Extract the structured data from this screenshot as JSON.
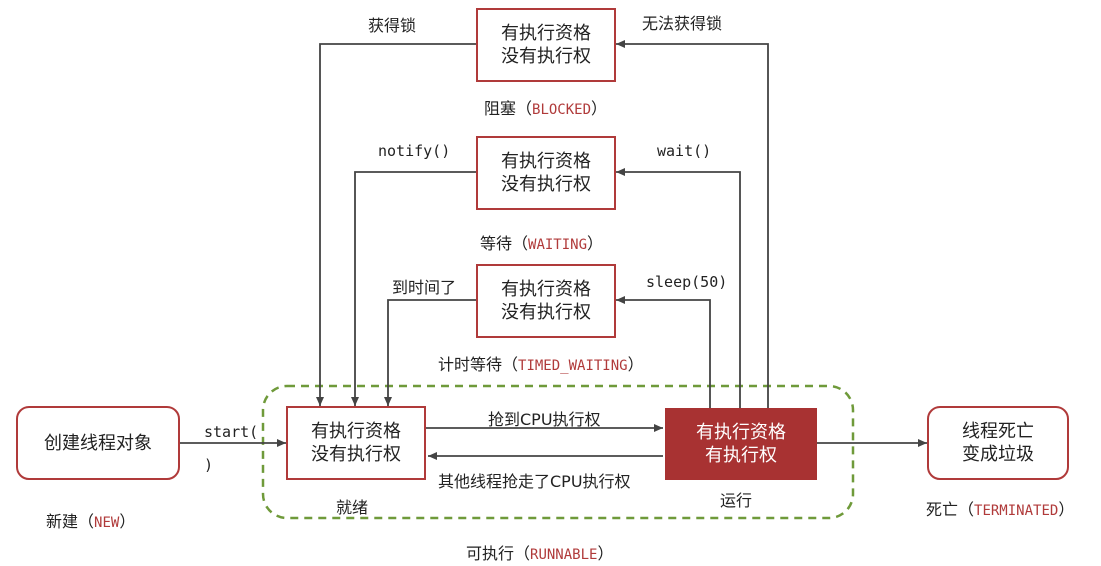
{
  "states": {
    "blocked": {
      "line1": "有执行资格",
      "line2": "没有执行权",
      "name_cn": "阻塞（",
      "name_en": "BLOCKED",
      "name_close": "）"
    },
    "waiting": {
      "line1": "有执行资格",
      "line2": "没有执行权",
      "name_cn": "等待（",
      "name_en": "WAITING",
      "name_close": "）"
    },
    "timed_waiting": {
      "line1": "有执行资格",
      "line2": "没有执行权",
      "name_cn": "计时等待（",
      "name_en": "TIMED_WAITING",
      "name_close": "）"
    },
    "new": {
      "line1": "创建线程对象",
      "name_cn": "新建（",
      "name_en": "NEW",
      "name_close": "）"
    },
    "ready": {
      "line1": "有执行资格",
      "line2": "没有执行权",
      "name": "就绪"
    },
    "running": {
      "line1": "有执行资格",
      "line2": "有执行权",
      "name": "运行"
    },
    "terminated": {
      "line1": "线程死亡",
      "line2": "变成垃圾",
      "name_cn": "死亡（",
      "name_en": "TERMINATED",
      "name_close": "）"
    },
    "runnable": {
      "name_cn": "可执行（",
      "name_en": "RUNNABLE",
      "name_close": "）"
    }
  },
  "transitions": {
    "get_lock": "获得锁",
    "cannot_get_lock": "无法获得锁",
    "notify": "notify()",
    "wait": "wait()",
    "time_up": "到时间了",
    "sleep": "sleep(50)",
    "start_a": "start(",
    "start_b": ")",
    "grab_cpu": "抢到CPU执行权",
    "lose_cpu": "其他线程抢走了CPU执行权"
  },
  "colors": {
    "accent": "#b03a3a",
    "running_fill": "#a83232",
    "runnable_border": "#6f9a3a"
  }
}
